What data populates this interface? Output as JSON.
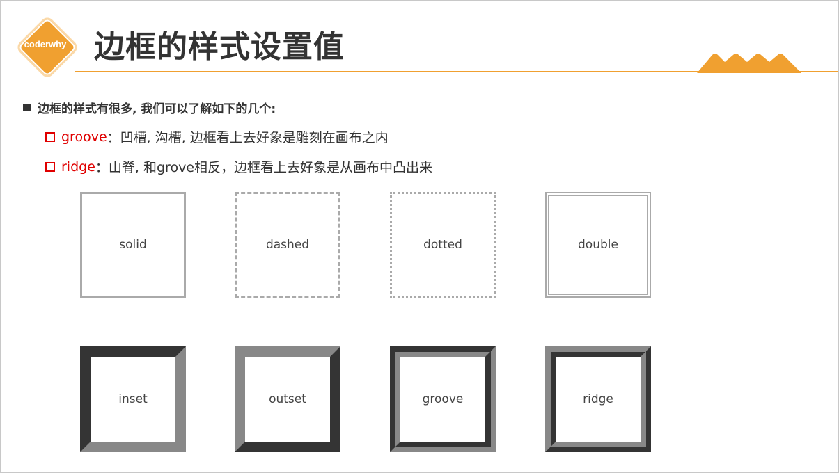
{
  "logo": {
    "text": "coderwhy"
  },
  "title": "边框的样式设置值",
  "bullet": "边框的样式有很多, 我们可以了解如下的几个:",
  "items": [
    {
      "keyword": "groove",
      "desc": "：凹槽, 沟槽, 边框看上去好象是雕刻在画布之内"
    },
    {
      "keyword": "ridge",
      "desc": "：山脊, 和grove相反，边框看上去好象是从画布中凸出来"
    }
  ],
  "demos": {
    "row1": [
      "solid",
      "dashed",
      "dotted",
      "double"
    ],
    "row2": [
      "inset",
      "outset",
      "groove",
      "ridge"
    ]
  },
  "colors": {
    "accent": "#f0a030",
    "keyword": "#e00000",
    "border": "#aaaaaa"
  }
}
